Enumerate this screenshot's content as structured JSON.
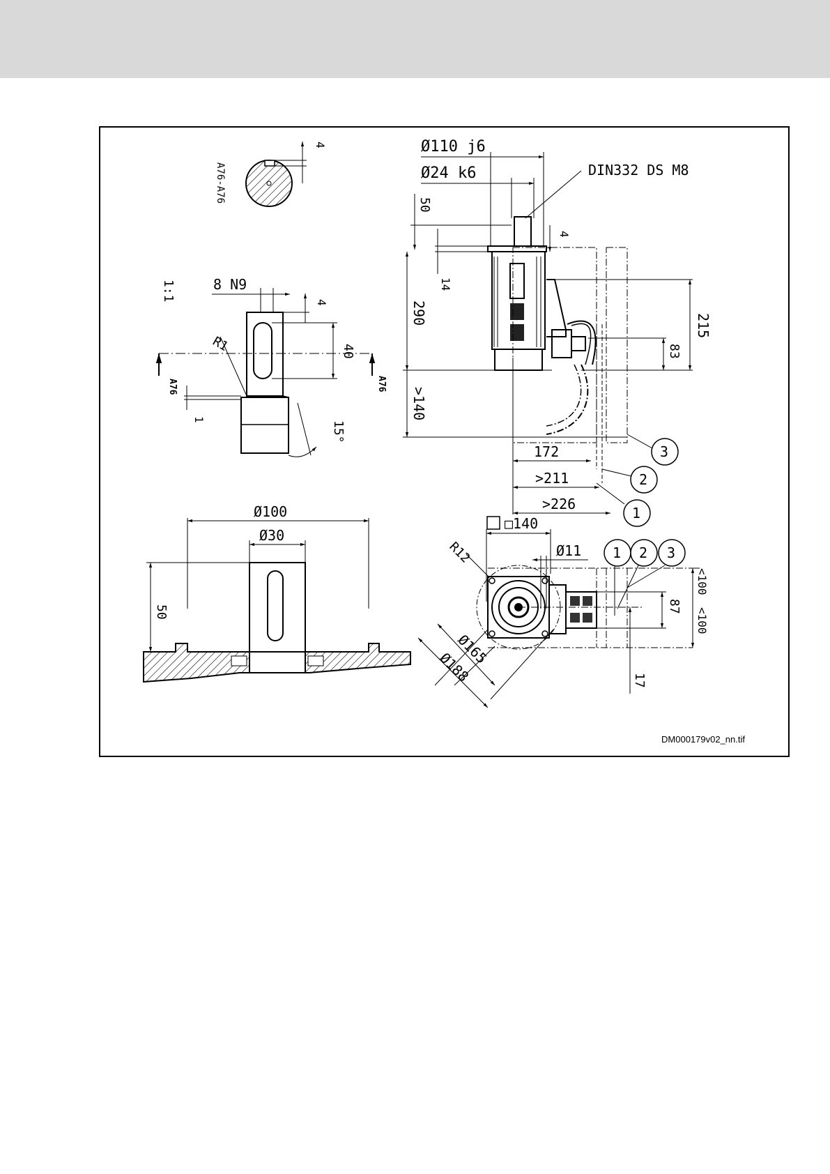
{
  "labels": {
    "section": "A76-A76",
    "scale": "1:1",
    "keyway": "8 N9",
    "r1": "R1",
    "d110": "Ø110 j6",
    "d24": "Ø24 k6",
    "din": "DIN332 DS M8",
    "d100": "Ø100",
    "d30": "Ø30",
    "sq140": "□140",
    "d11": "Ø11",
    "r12": "R12",
    "d165": "Ø165",
    "d188": "Ø188",
    "cut_left": "A76",
    "cut_right": "A76",
    "angle15": "15°"
  },
  "dims": {
    "d4a": "4",
    "d4b": "4",
    "d4c": "4",
    "d40": "40",
    "d1": "1",
    "d50a": "50",
    "d50b": "50",
    "d14": "14",
    "d290": "290",
    "d140": ">140",
    "d215": "215",
    "d83": "83",
    "d172": "172",
    "d211": ">211",
    "d226": ">226",
    "d87": "87",
    "d100a": "<100",
    "d100b": "<100",
    "d17": "17"
  },
  "callouts": {
    "c1": "1",
    "c2": "2",
    "c3": "3",
    "c1b": "1",
    "c2b": "2",
    "c3b": "3"
  },
  "filename": "DM000179v02_nn.tif"
}
